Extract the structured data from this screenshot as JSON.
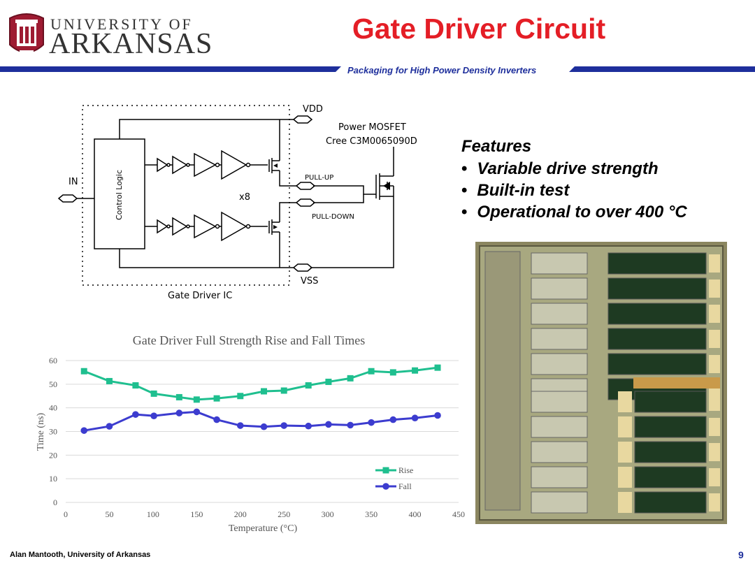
{
  "header": {
    "logo_line1": "UNIVERSITY OF",
    "logo_line2": "ARKANSAS",
    "title": "Gate Driver Circuit",
    "subtitle": "Packaging for High Power Density Inverters"
  },
  "schematic": {
    "vdd": "VDD",
    "vss": "VSS",
    "in": "IN",
    "control_logic": "Control Logic",
    "multiplier": "x8",
    "pull_up": "PULL-UP",
    "pull_down": "PULL-DOWN",
    "ic_label": "Gate Driver IC",
    "mosfet_line1": "Power MOSFET",
    "mosfet_line2": "Cree C3M0065090D"
  },
  "features": {
    "heading": "Features",
    "items": [
      "Variable drive strength",
      "Built-in test",
      "Operational to over 400 °C"
    ]
  },
  "colors": {
    "title_red": "#e41e26",
    "brand_blue": "#1e2f9c",
    "rise": "#1fbf8f",
    "fall": "#3c3ccf"
  },
  "chart_data": {
    "type": "line",
    "title": "Gate Driver Full Strength Rise and Fall Times",
    "xlabel": "Temperature (°C)",
    "ylabel": "Time (ns)",
    "xlim": [
      0,
      450
    ],
    "ylim": [
      0,
      60
    ],
    "xticks": [
      0,
      50,
      100,
      150,
      200,
      250,
      300,
      350,
      400,
      450
    ],
    "yticks": [
      0,
      10,
      20,
      30,
      40,
      50,
      60
    ],
    "grid": "horizontal",
    "legend": "bottom-right",
    "series": [
      {
        "name": "Rise",
        "x": [
          21,
          50,
          80,
          101,
          130,
          150,
          173,
          200,
          227,
          250,
          278,
          301,
          326,
          350,
          375,
          400,
          426
        ],
        "values": [
          55.5,
          51.3,
          49.5,
          46,
          44.5,
          43.5,
          44,
          45,
          47,
          47.3,
          49.5,
          51,
          52.5,
          55.5,
          55,
          55.8,
          57
        ]
      },
      {
        "name": "Fall",
        "x": [
          21,
          50,
          80,
          101,
          130,
          150,
          173,
          200,
          227,
          250,
          278,
          301,
          326,
          350,
          375,
          400,
          426
        ],
        "values": [
          30.4,
          32.2,
          37.2,
          36.6,
          37.8,
          38.3,
          35,
          32.5,
          32,
          32.5,
          32.3,
          33,
          32.7,
          33.8,
          35,
          35.7,
          36.8
        ]
      }
    ]
  },
  "footer": {
    "author": "Alan Mantooth, University of Arkansas",
    "page": "9"
  }
}
